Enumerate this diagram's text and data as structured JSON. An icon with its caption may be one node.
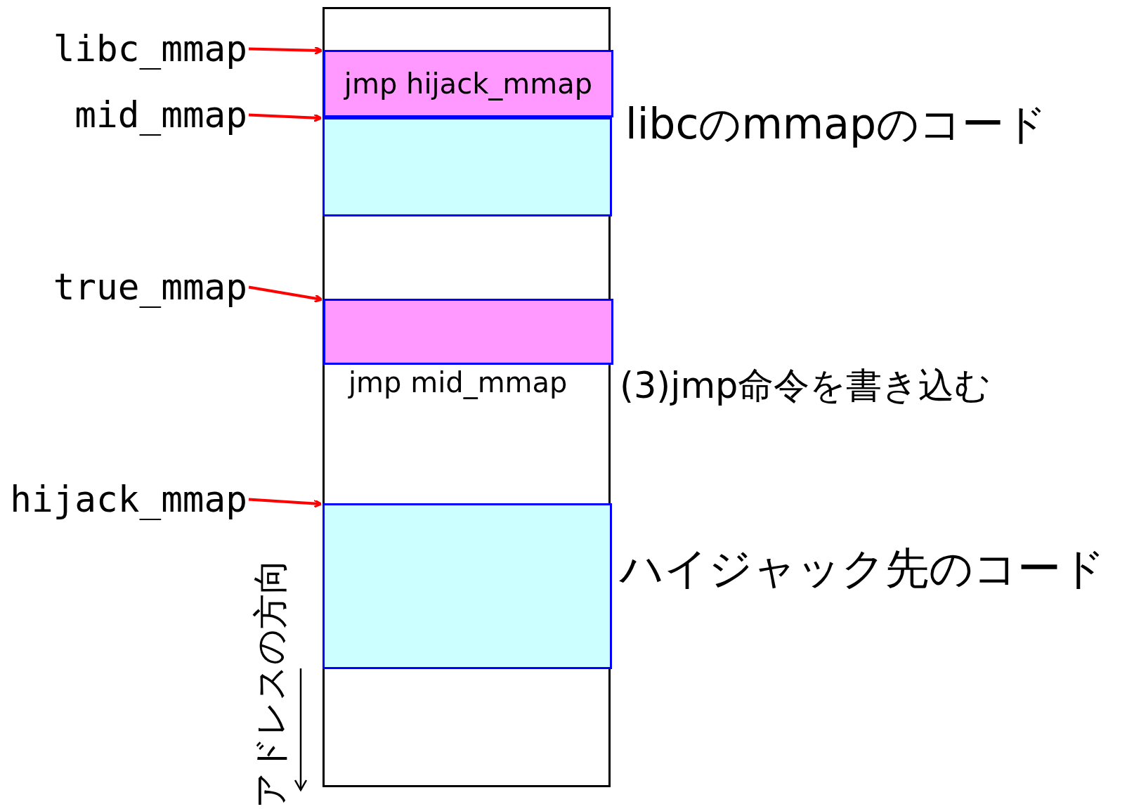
{
  "diagram": {
    "nodes": [
      {
        "text": [],
        "shape": "box"
      },
      {
        "text": [
          "jmp hijack_mmap"
        ],
        "in": 0
      },
      {
        "text": [],
        "shape": "box",
        "in": 0
      },
      {
        "text": [],
        "shape": "box",
        "in": 0
      },
      {
        "text": [],
        "shape": "box",
        "in": 0
      },
      {
        "text": [
          "libc_mmap"
        ]
      },
      {
        "text": [
          "mid_mmap"
        ]
      },
      {
        "text": [
          "true_mmap"
        ]
      },
      {
        "text": [
          "hijack_mmap"
        ]
      }
    ],
    "edges": [
      {
        "from": 5,
        "to": 1,
        "arrow": "to"
      },
      {
        "from": 6,
        "to": 2,
        "arrow": "to"
      },
      {
        "from": 7,
        "to": 3,
        "arrow": "to"
      },
      {
        "from": 8,
        "to": 4,
        "arrow": "to"
      }
    ],
    "labels": [
      "libcのmmapのコード",
      "jmp mid_mmap",
      "(3)jmp命令を書き込む",
      "ハイジャック先のコード",
      "アドレスの方向"
    ]
  }
}
